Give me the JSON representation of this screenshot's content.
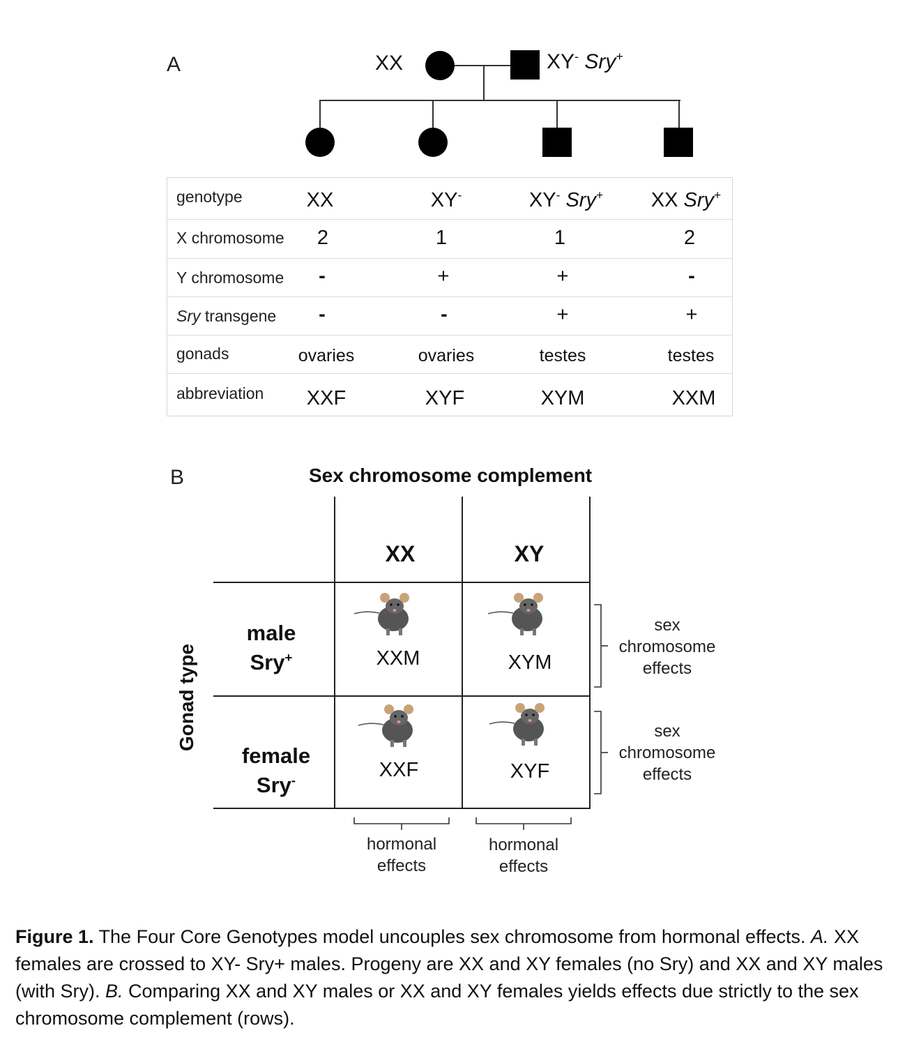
{
  "panelA": {
    "letter": "A",
    "parents": {
      "mother": "XX",
      "father_prefix": "XY",
      "father_sup": "-",
      "father_sry": "Sry",
      "father_sry_sup": "+"
    },
    "table": {
      "rows": [
        {
          "label": "genotype",
          "cells": [
            "XX",
            "XY-",
            "XY- Sry+",
            "XX Sry+"
          ]
        },
        {
          "label": "X chromosome",
          "cells": [
            "2",
            "1",
            "1",
            "2"
          ]
        },
        {
          "label": "Y chromosome",
          "cells": [
            "-",
            "+",
            "+",
            "-"
          ]
        },
        {
          "label": "Sry transgene",
          "cells": [
            "-",
            "-",
            "+",
            "+"
          ]
        },
        {
          "label": "gonads",
          "cells": [
            "ovaries",
            "ovaries",
            "testes",
            "testes"
          ]
        },
        {
          "label": "abbreviation",
          "cells": [
            "XXF",
            "XYF",
            "XYM",
            "XXM"
          ]
        }
      ]
    }
  },
  "panelB": {
    "letter": "B",
    "col_title": "Sex chromosome complement",
    "row_title": "Gonad type",
    "col_headers": [
      "XX",
      "XY"
    ],
    "row_headers": [
      {
        "line1": "male",
        "line2": "Sry",
        "sup": "+"
      },
      {
        "line1": "female",
        "line2": "Sry",
        "sup": "-"
      }
    ],
    "cells": [
      [
        "XXM",
        "XYM"
      ],
      [
        "XXF",
        "XYF"
      ]
    ],
    "right_effects": [
      {
        "l1": "sex",
        "l2": "chromosome",
        "l3": "effects"
      },
      {
        "l1": "sex",
        "l2": "chromosome",
        "l3": "effects"
      }
    ],
    "bottom_effects": [
      {
        "l1": "hormonal",
        "l2": "effects"
      },
      {
        "l1": "hormonal",
        "l2": "effects"
      }
    ],
    "icon": "mouse-photo-icon"
  },
  "caption": {
    "label": "Figure 1.",
    "text1": " The Four Core Genotypes model uncouples sex chromosome from hormonal effects. ",
    "a_letter": "A.",
    "text2": " XX females are crossed to XY- Sry+ males. Progeny are XX and XY females (no Sry) and XX and XY males (with Sry). ",
    "b_letter": "B.",
    "text3": " Comparing XX and XY males or XX and XY females yields effects due strictly to the sex chromosome complement (rows)."
  }
}
